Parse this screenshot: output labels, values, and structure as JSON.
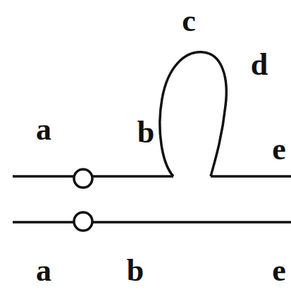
{
  "diagram": {
    "labels": [
      "c",
      "d",
      "a",
      "b",
      "e",
      "a",
      "b",
      "e"
    ]
  }
}
